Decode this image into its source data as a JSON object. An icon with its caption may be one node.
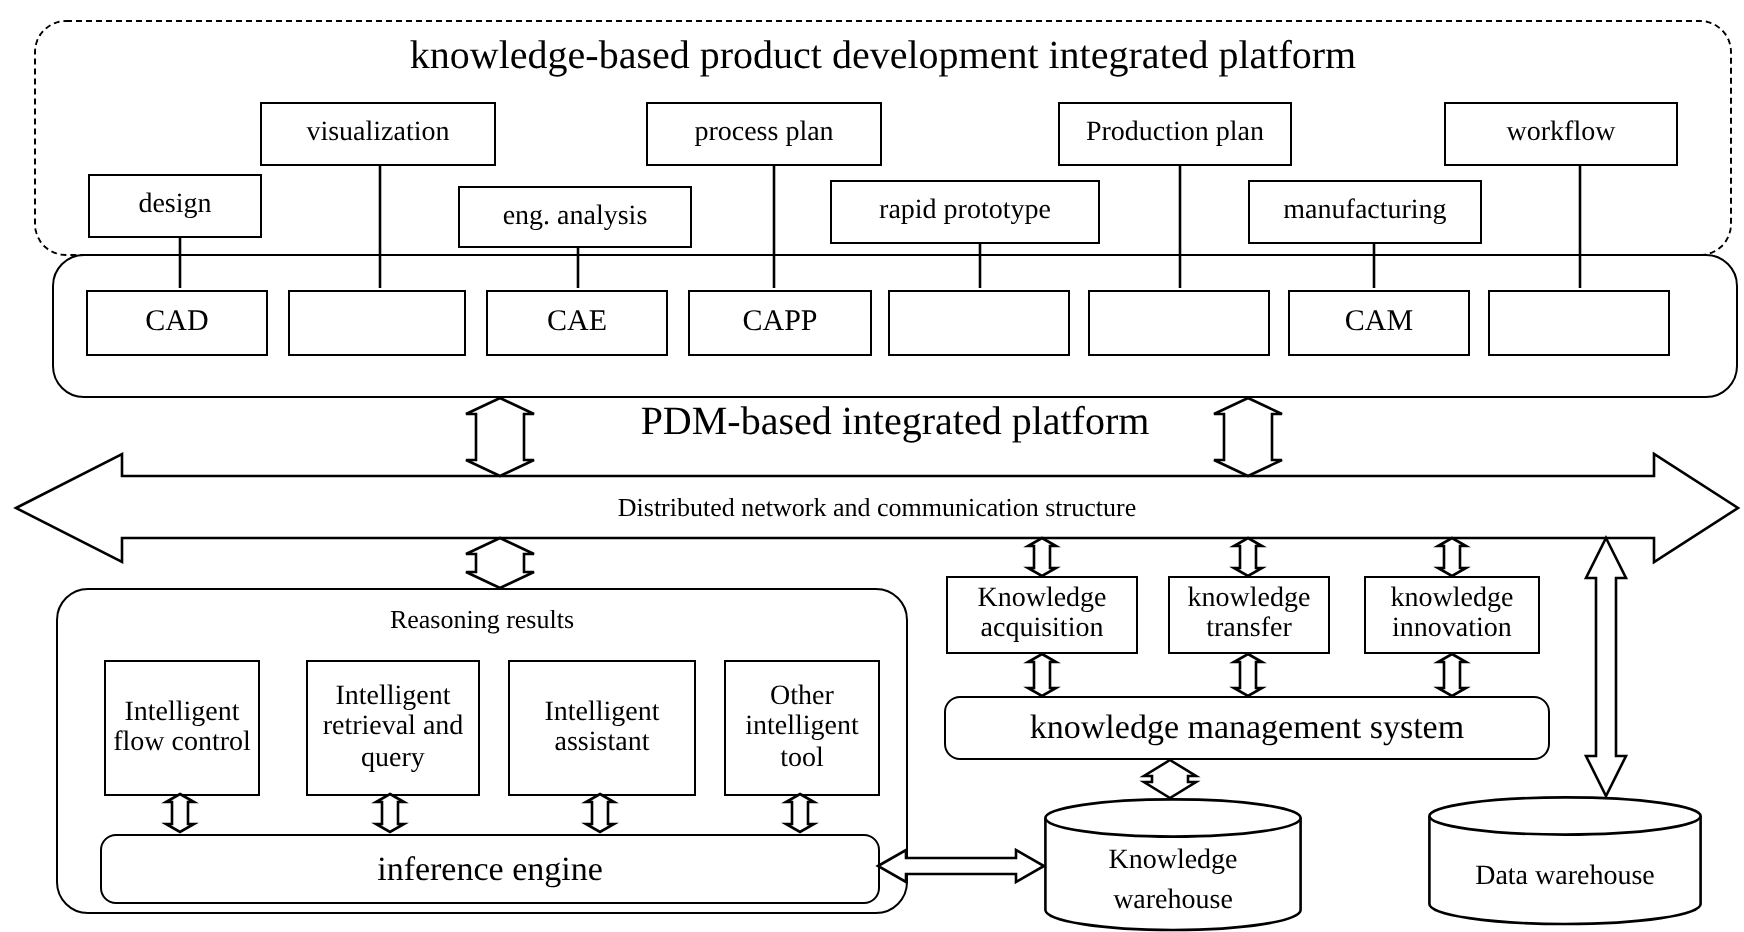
{
  "diagram": {
    "nodes": [
      {
        "text": [
          "knowledge-based product development integrated platform"
        ]
      },
      {
        "text": [
          "design"
        ],
        "in": 0
      },
      {
        "text": [
          "visualization"
        ],
        "in": 0
      },
      {
        "text": [
          "eng. analysis"
        ],
        "in": 0
      },
      {
        "text": [
          "process plan"
        ],
        "in": 0
      },
      {
        "text": [
          "rapid prototype"
        ],
        "in": 0
      },
      {
        "text": [
          "Production plan"
        ],
        "in": 0
      },
      {
        "text": [
          "manufacturing"
        ],
        "in": 0
      },
      {
        "text": [
          "workflow"
        ],
        "in": 0
      },
      {
        "text": [
          "PDM-based integrated platform"
        ]
      },
      {
        "text": [
          "CAD"
        ],
        "in": 9
      },
      {
        "text": [],
        "shape": "box",
        "in": 9
      },
      {
        "text": [
          "CAE"
        ],
        "in": 9
      },
      {
        "text": [
          "CAPP"
        ],
        "in": 9
      },
      {
        "text": [],
        "shape": "box",
        "in": 9
      },
      {
        "text": [],
        "shape": "box",
        "in": 9
      },
      {
        "text": [
          "CAM"
        ],
        "in": 9
      },
      {
        "text": [],
        "shape": "box",
        "in": 9
      },
      {
        "text": [
          "Distributed network and communication structure"
        ]
      },
      {
        "text": [
          "Reasoning results"
        ]
      },
      {
        "text": [
          "Intelligent flow control"
        ],
        "in": 19
      },
      {
        "text": [
          "Intelligent retrieval and query"
        ],
        "in": 19
      },
      {
        "text": [
          "Intelligent assistant"
        ],
        "in": 19
      },
      {
        "text": [
          "Other intelligent tool"
        ],
        "in": 19
      },
      {
        "text": [
          "inference engine"
        ],
        "in": 19
      },
      {
        "text": [
          "Knowledge acquisition"
        ]
      },
      {
        "text": [
          "knowledge transfer"
        ]
      },
      {
        "text": [
          "knowledge innovation"
        ]
      },
      {
        "text": [
          "knowledge management system"
        ]
      },
      {
        "text": [
          "Knowledge warehouse"
        ]
      },
      {
        "text": [
          "Data warehouse"
        ]
      }
    ],
    "edges": [
      {
        "from": 1,
        "to": 10,
        "arrow": "none"
      },
      {
        "from": 2,
        "to": 11,
        "arrow": "none"
      },
      {
        "from": 3,
        "to": 12,
        "arrow": "none"
      },
      {
        "from": 4,
        "to": 13,
        "arrow": "none"
      },
      {
        "from": 5,
        "to": 14,
        "arrow": "none"
      },
      {
        "from": 6,
        "to": 15,
        "arrow": "none"
      },
      {
        "from": 7,
        "to": 16,
        "arrow": "none"
      },
      {
        "from": 8,
        "to": 17,
        "arrow": "none"
      },
      {
        "from": 9,
        "to": 18,
        "arrow": "both"
      },
      {
        "from": 9,
        "to": 18,
        "arrow": "both"
      },
      {
        "from": 18,
        "to": 19,
        "arrow": "both"
      },
      {
        "from": 20,
        "to": 24,
        "arrow": "both"
      },
      {
        "from": 21,
        "to": 24,
        "arrow": "both"
      },
      {
        "from": 22,
        "to": 24,
        "arrow": "both"
      },
      {
        "from": 23,
        "to": 24,
        "arrow": "both"
      },
      {
        "from": 18,
        "to": 25,
        "arrow": "both"
      },
      {
        "from": 18,
        "to": 26,
        "arrow": "both"
      },
      {
        "from": 18,
        "to": 27,
        "arrow": "both"
      },
      {
        "from": 25,
        "to": 28,
        "arrow": "both"
      },
      {
        "from": 26,
        "to": 28,
        "arrow": "both"
      },
      {
        "from": 27,
        "to": 28,
        "arrow": "both"
      },
      {
        "from": 28,
        "to": 29,
        "arrow": "both"
      },
      {
        "from": 24,
        "to": 29,
        "arrow": "both"
      },
      {
        "from": 18,
        "to": 30,
        "arrow": "both"
      }
    ]
  }
}
